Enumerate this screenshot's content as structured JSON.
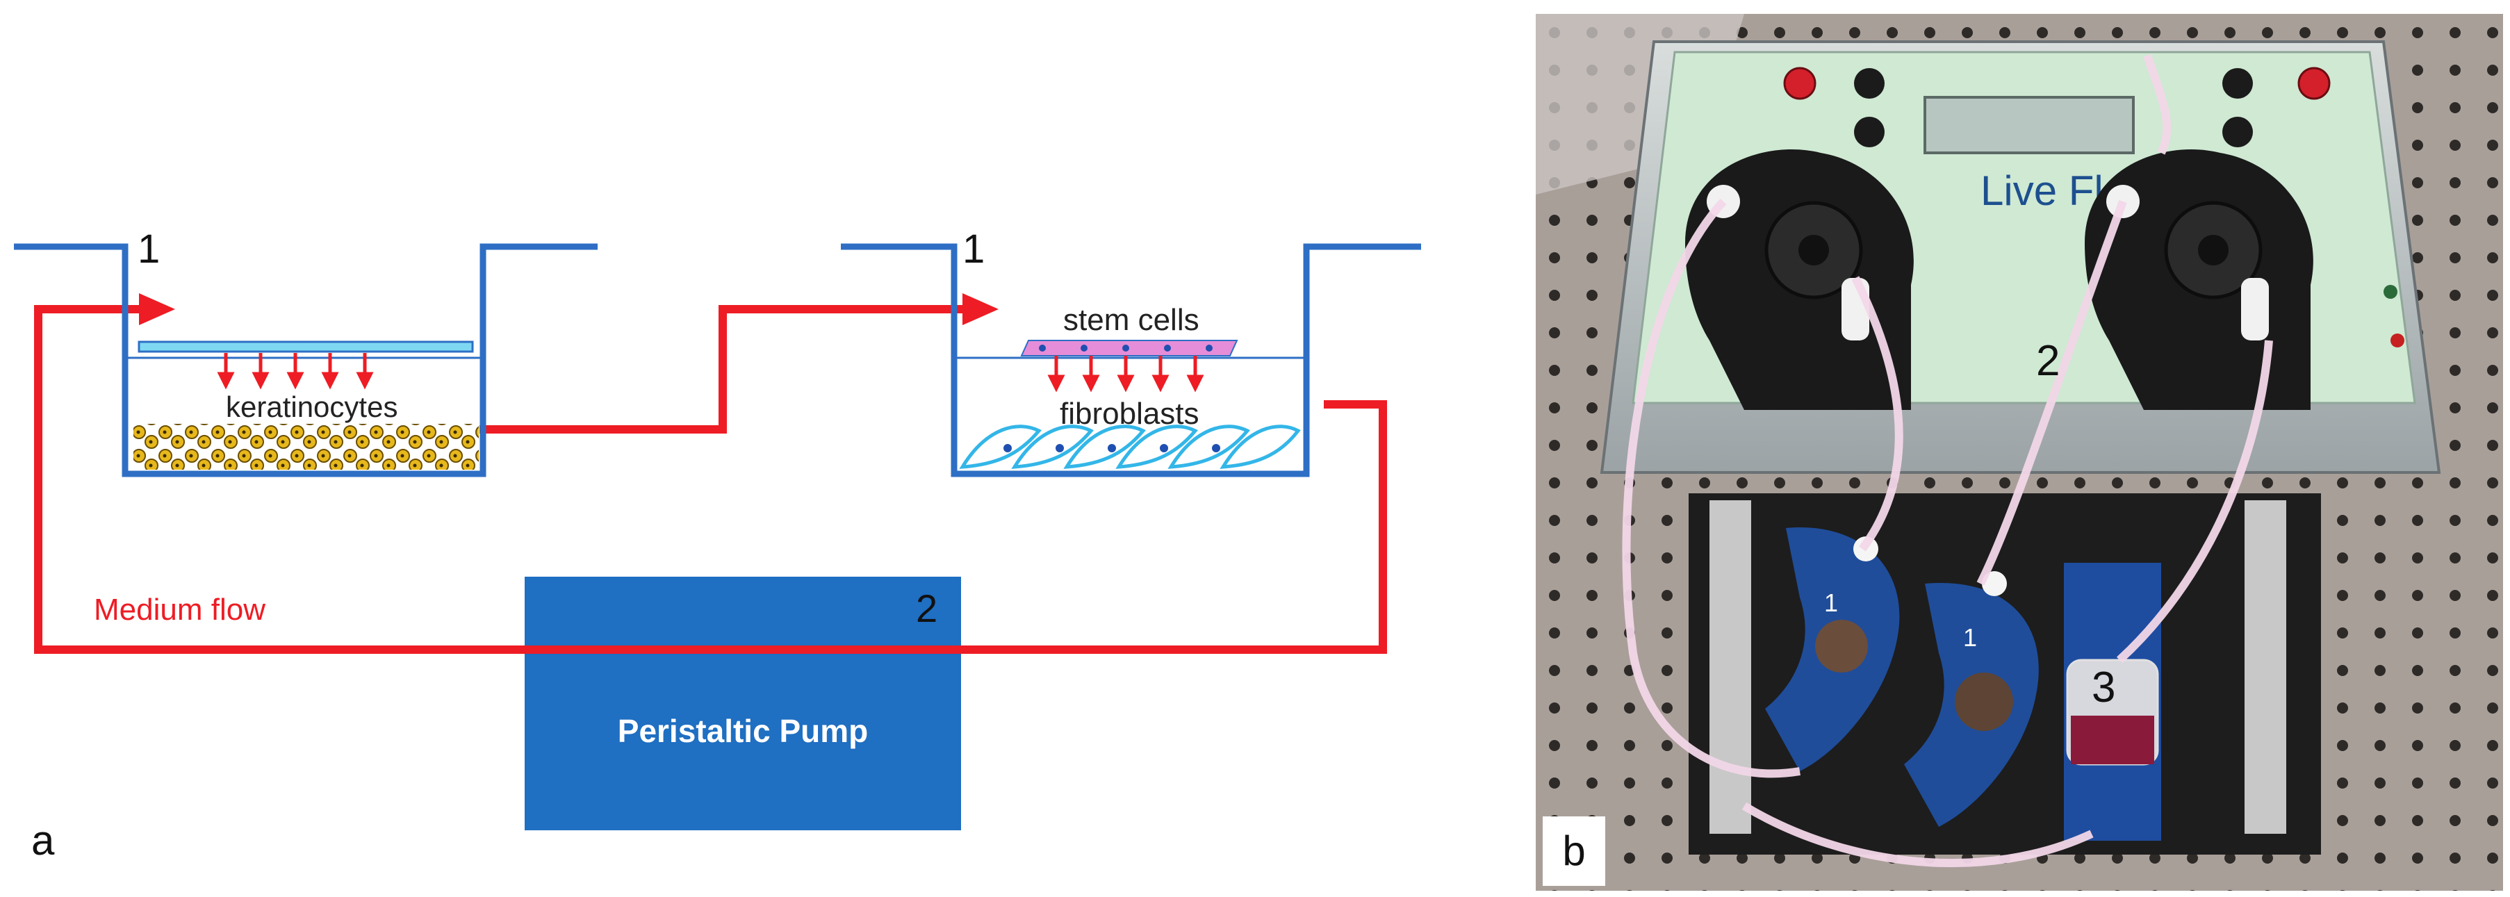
{
  "panel_a": {
    "label": "a",
    "well_left": {
      "marker": "1",
      "cell_label": "keratinocytes"
    },
    "well_right": {
      "marker": "1",
      "top_label": "stem cells",
      "bottom_label": "fibroblasts"
    },
    "flow_label": "Medium flow",
    "pump": {
      "label": "Peristaltic Pump",
      "marker": "2"
    },
    "colors": {
      "well_outline": "#2E6FC5",
      "flow_line": "#EE1C24",
      "pump_fill": "#1F6FC2",
      "keratinocyte": "#E7B81C",
      "stem_cell": "#E58DD8",
      "fibroblast": "#33B6E8"
    }
  },
  "panel_b": {
    "label": "b",
    "markers": [
      "1",
      "1",
      "2",
      "3"
    ],
    "device_logo": "Live Flow"
  }
}
